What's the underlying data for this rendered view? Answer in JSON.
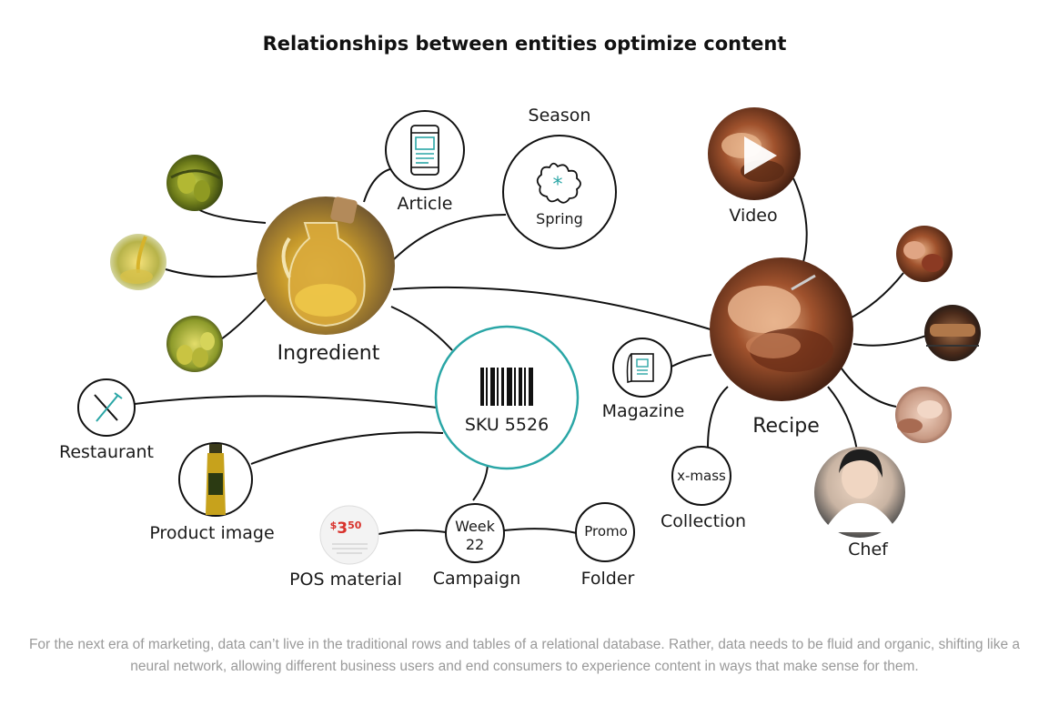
{
  "title": "Relationships between entities optimize content",
  "nodes": {
    "ingredient": "Ingredient",
    "article": "Article",
    "season": "Season",
    "spring": "Spring",
    "video": "Video",
    "recipe": "Recipe",
    "sku": "SKU 5526",
    "magazine": "Magazine",
    "restaurant": "Restaurant",
    "product_image": "Product image",
    "collection": "Collection",
    "xmass": "x-mass",
    "chef": "Chef",
    "week": "Week",
    "week_num": "22",
    "campaign": "Campaign",
    "promo": "Promo",
    "folder": "Folder",
    "pos_material": "POS material",
    "pos_price_int": "3",
    "pos_price_dec": "50"
  },
  "caption": "For the next era of marketing, data can’t live in the traditional rows and tables of a relational database. Rather, data needs to be fluid and organic, shifting like a neural network, allowing different business users and end consumers to experience content in ways that make sense for them.",
  "colors": {
    "teal": "#2aa6a6",
    "line": "#111111",
    "caption": "#9a9a9a"
  }
}
